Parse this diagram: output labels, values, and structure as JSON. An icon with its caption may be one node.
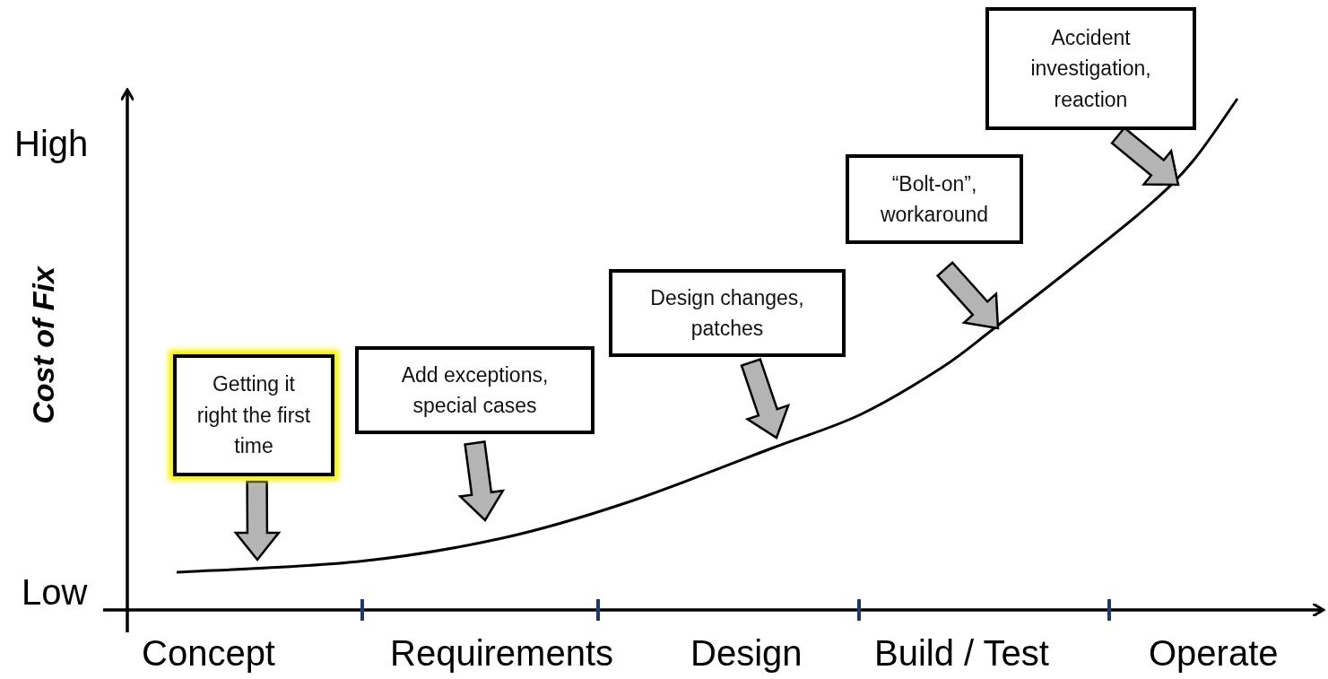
{
  "diagram": {
    "nodes": [
      {
        "text": [
          "Getting it right the first time"
        ]
      },
      {
        "text": [
          "Add exceptions, special cases"
        ]
      },
      {
        "text": [
          "Design changes, patches"
        ]
      },
      {
        "text": [
          "“Bolt-on”, workaround"
        ]
      },
      {
        "text": [
          "Accident investigation, reaction"
        ]
      }
    ],
    "edges": [
      {
        "from": 0,
        "to": null,
        "arrow": "to",
        "style": "thick"
      },
      {
        "from": 1,
        "to": null,
        "arrow": "to",
        "style": "thick"
      },
      {
        "from": 2,
        "to": null,
        "arrow": "to",
        "style": "thick"
      },
      {
        "from": 3,
        "to": null,
        "arrow": "to",
        "style": "thick"
      },
      {
        "from": 4,
        "to": null,
        "arrow": "to",
        "style": "thick"
      }
    ],
    "labels": [
      "High",
      "Cost of Fix",
      "Low",
      "Concept",
      "Requirements",
      "Design",
      "Build / Test",
      "Operate"
    ]
  }
}
